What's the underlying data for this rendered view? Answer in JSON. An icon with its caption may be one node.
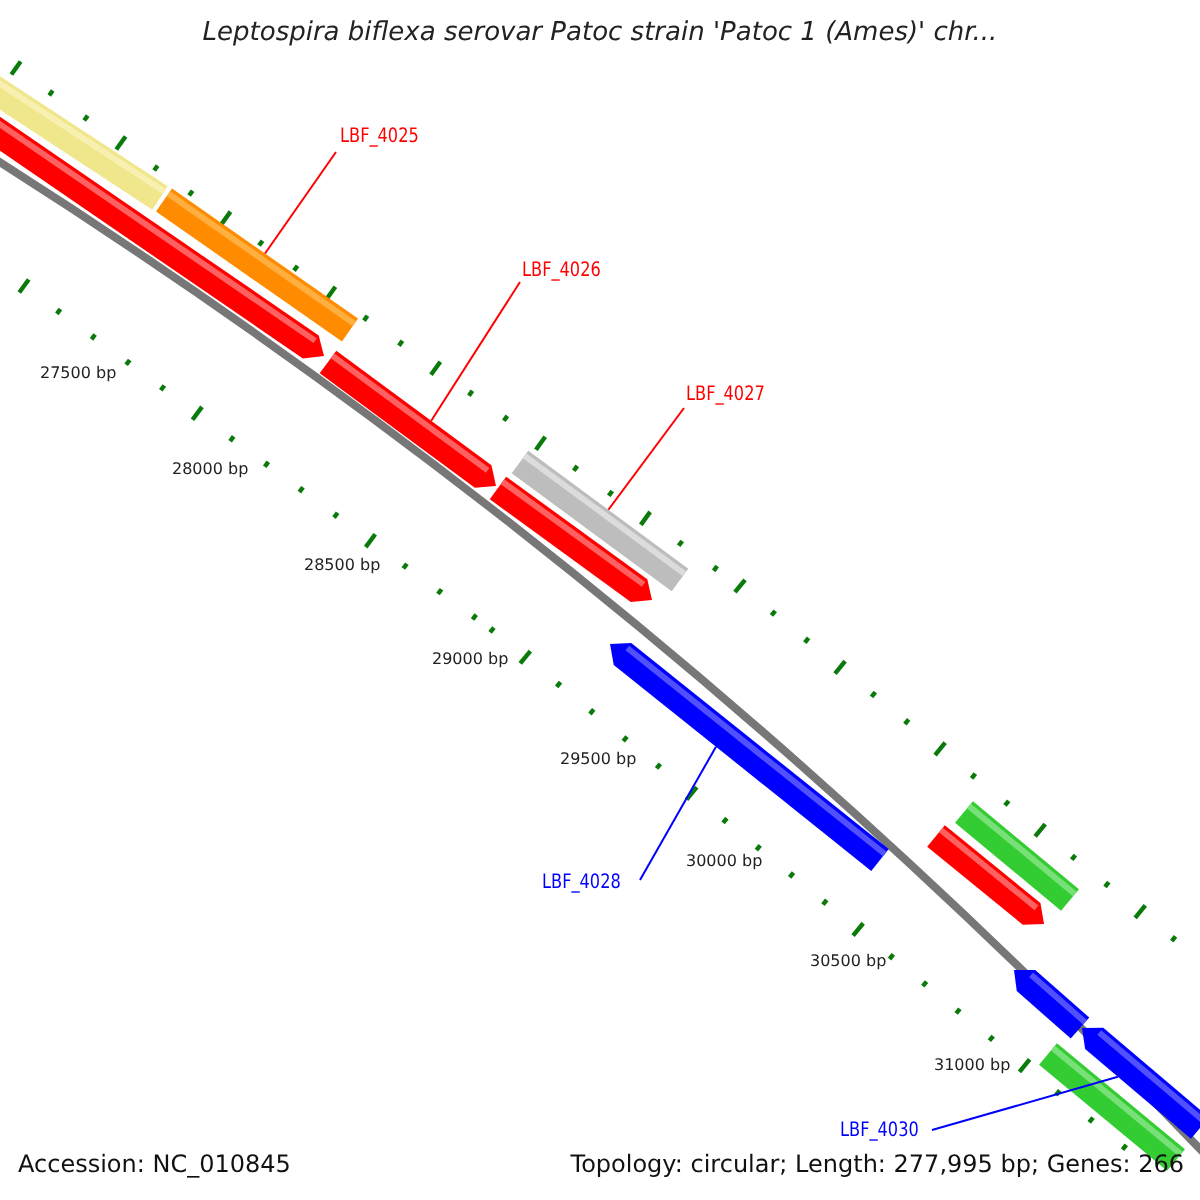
{
  "diagram": {
    "title": "Leptospira biflexa serovar Patoc strain 'Patoc 1 (Ames)' chr...",
    "nodes": [
      {
        "text": [],
        "shape": "bar"
      },
      {
        "text": [
          "LBF_4025"
        ]
      },
      {
        "text": [],
        "shape": "bar"
      },
      {
        "text": [],
        "shape": "bar"
      },
      {
        "text": [
          "LBF_4026"
        ]
      },
      {
        "text": [],
        "shape": "bar"
      },
      {
        "text": [
          "LBF_4027"
        ]
      },
      {
        "text": [],
        "shape": "bar"
      },
      {
        "text": [],
        "shape": "bar"
      },
      {
        "text": [],
        "shape": "bar"
      },
      {
        "text": [
          "LBF_4028"
        ]
      },
      {
        "text": [],
        "shape": "bar"
      },
      {
        "text": [],
        "shape": "bar"
      },
      {
        "text": [],
        "shape": "bar"
      },
      {
        "text": [
          "LBF_4030"
        ]
      },
      {
        "text": [],
        "shape": "bar"
      },
      {
        "text": [],
        "shape": "bar"
      }
    ],
    "edges": [
      {
        "from": 1,
        "to": 3,
        "arrow": "none"
      },
      {
        "from": 4,
        "to": 5,
        "arrow": "none"
      },
      {
        "from": 6,
        "to": 7,
        "arrow": "none"
      },
      {
        "from": 10,
        "to": 9,
        "arrow": "none",
        "color": "#0000ff"
      },
      {
        "from": 14,
        "to": 15,
        "arrow": "none",
        "color": "#0000ff"
      }
    ],
    "labels": [
      "27500 bp",
      "28000 bp",
      "28500 bp",
      "29000 bp",
      "29500 bp",
      "30000 bp",
      "30500 bp",
      "31000 bp",
      "Accession: NC_010845",
      "Topology: circular; Length: 277,995 bp; Genes: 266"
    ]
  }
}
